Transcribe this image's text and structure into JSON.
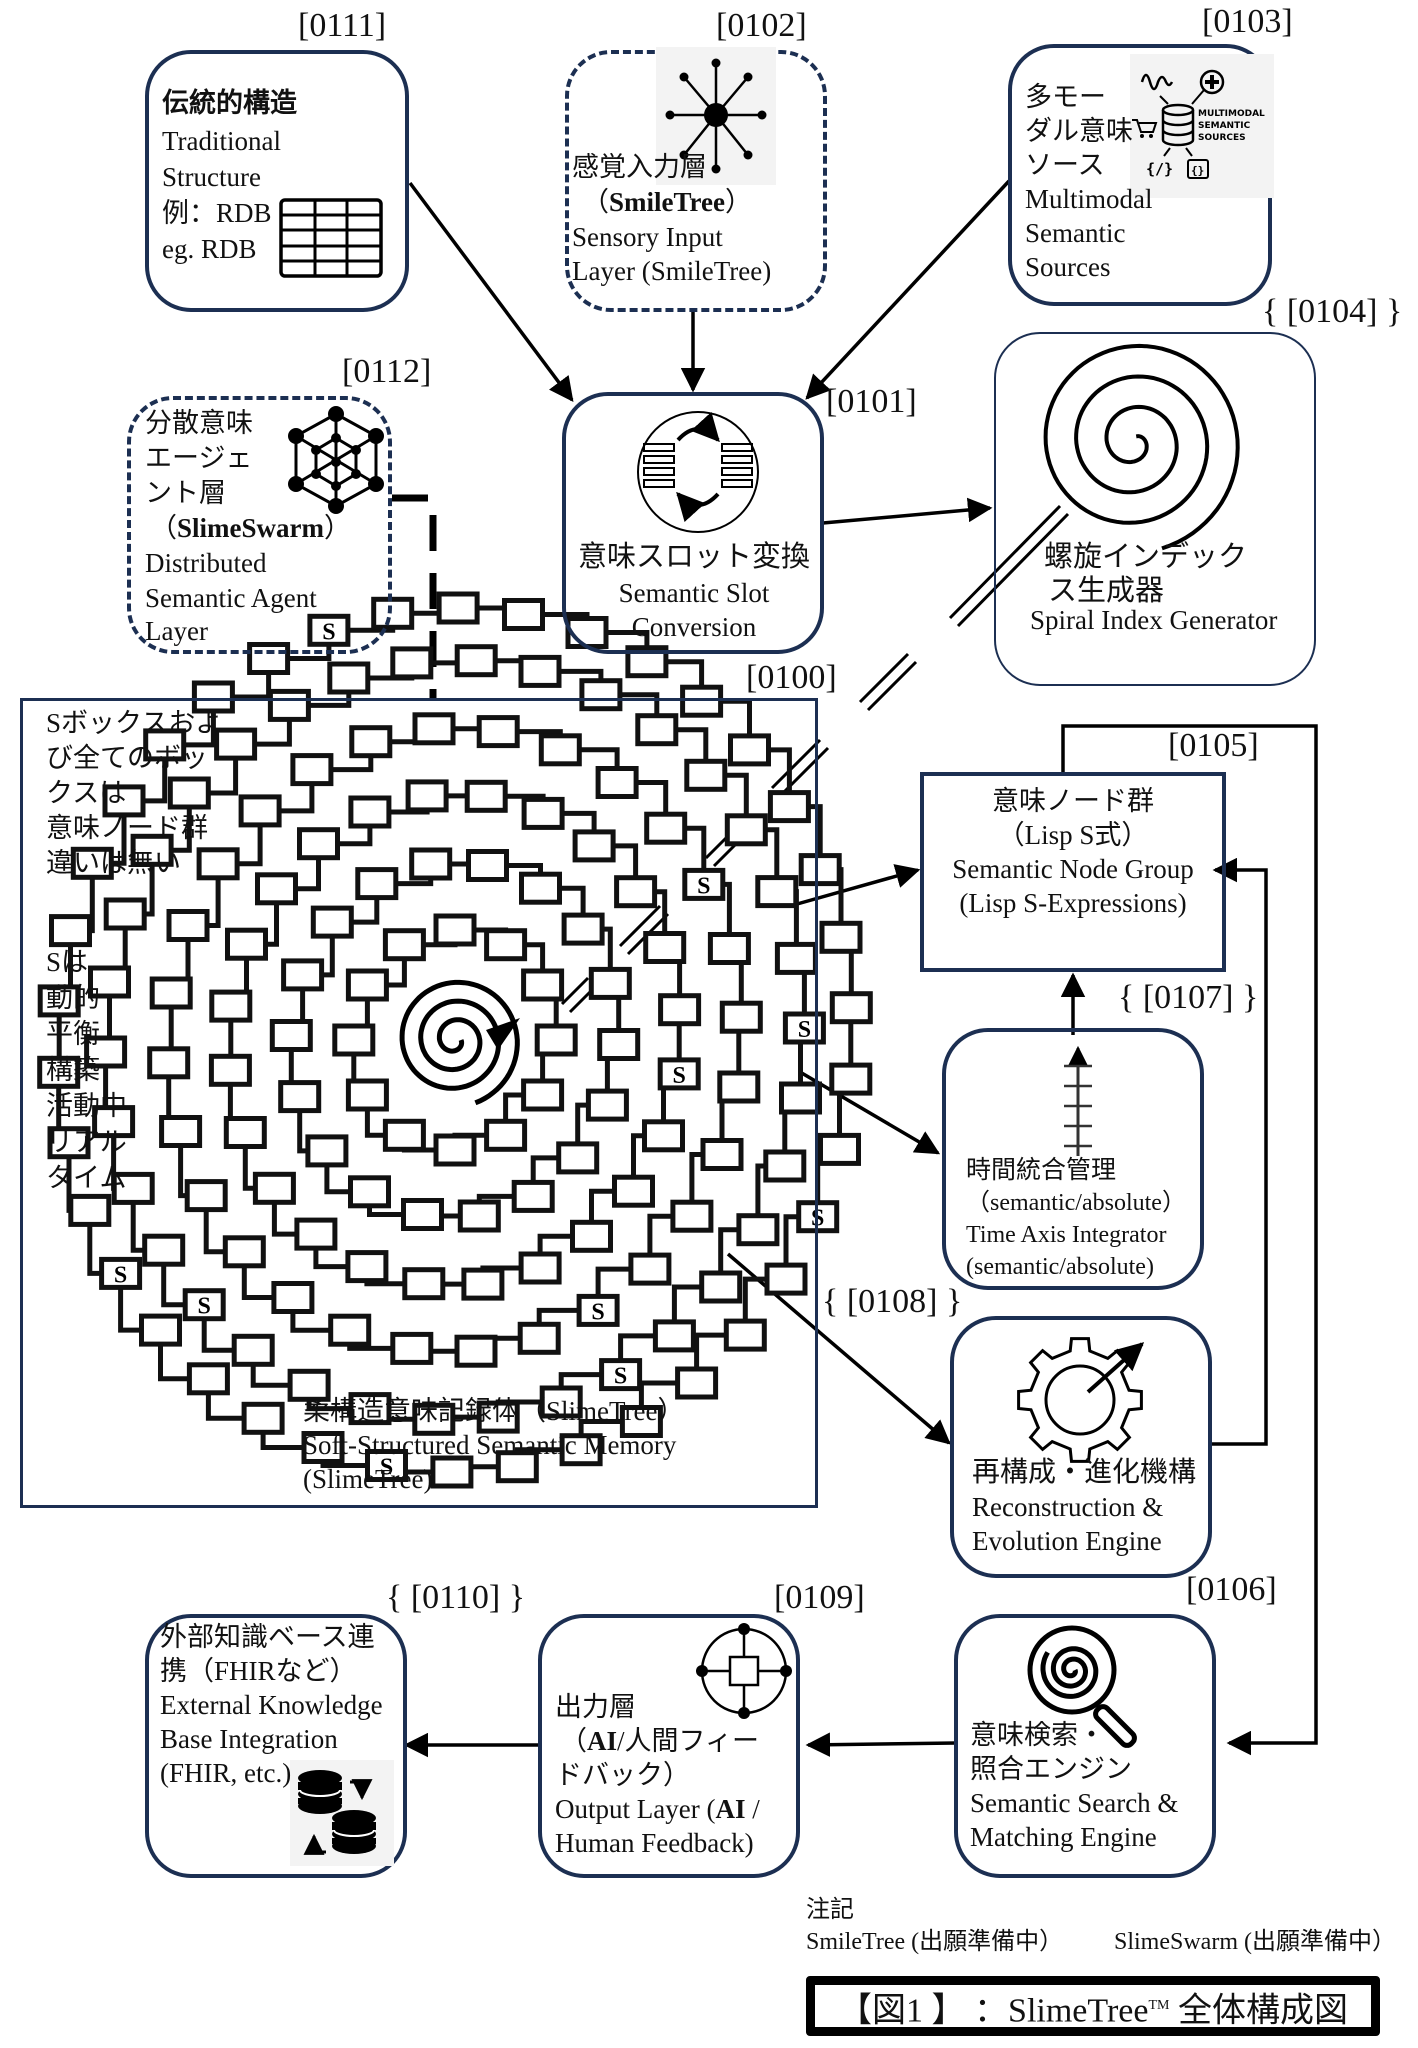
{
  "refs": {
    "traditional": "[0111]",
    "sensory": "[0102]",
    "multimodal": "[0103]",
    "spiral_index": "{ [0104] }",
    "slime_swarm": "[0112]",
    "slot_conversion": "[0101]",
    "memory": "[0100]",
    "node_group": "[0105]",
    "time_axis": "{ [0107] }",
    "reconstruction": "{ [0108] }",
    "external_kb": "{ [0110] }",
    "output_layer": "[0109]",
    "search_engine": "[0106]"
  },
  "nodes": {
    "traditional": {
      "ja": "伝統的構造",
      "en1": "Traditional",
      "en2": "Structure",
      "ex_ja": "例：RDB",
      "ex_en": "eg. RDB",
      "icon": "table-grid-icon"
    },
    "sensory": {
      "ja": "感覚入力層",
      "brand": "SmileTree",
      "en1": "Sensory Input",
      "en2": "Layer (SmileTree)",
      "icon": "radial-network-icon"
    },
    "multimodal": {
      "ja1": "多モー",
      "ja2": "ダル意味",
      "ja3": "ソース",
      "en1": "Multimodal",
      "en2": "Semantic",
      "en3": "Sources",
      "icon_caption": [
        "MULTIMODAL",
        "SEMANTIC",
        "SOURCES"
      ],
      "icon": "multimodal-database-icon"
    },
    "slime_swarm": {
      "ja1": "分散意味",
      "ja2": "エージェ",
      "ja3": "ント層",
      "brand": "SlimeSwarm",
      "en1": "Distributed",
      "en2": "Semantic Agent",
      "en3": "Layer",
      "icon": "hexagonal-network-icon"
    },
    "slot_conversion": {
      "ja": "意味スロット変換",
      "en1": "Semantic Slot",
      "en2": "Conversion",
      "icon": "slot-swap-icon"
    },
    "spiral_index": {
      "ja1": "螺旋インデック",
      "ja2": "ス生成器",
      "en": "Spiral Index Generator",
      "icon": "spiral-icon"
    },
    "memory": {
      "side_note_1": [
        "Sボックスおよ",
        "び全てのボッ",
        "クスは",
        "意味ノード群",
        "違いは無い"
      ],
      "side_note_2": [
        "Sは",
        "動的",
        "平衡",
        "構築",
        "活動中",
        "リアル",
        "タイム"
      ],
      "ja": "柔構造意味記録体（SlimeTree）",
      "en1": "Soft-Structured Semantic Memory",
      "en2": "(SlimeTree)",
      "s_label": "S"
    },
    "node_group": {
      "ja": "意味ノード群",
      "ja2": "（Lisp S式）",
      "en1": "Semantic Node Group",
      "en2": "(Lisp S-Expressions)"
    },
    "time_axis": {
      "ja": "時間統合管理",
      "ja2": "（semantic/absolute）",
      "en1": "Time Axis Integrator",
      "en2": "(semantic/absolute)",
      "icon": "timeline-axis-icon"
    },
    "reconstruction": {
      "ja": "再構成・進化機構",
      "en1": "Reconstruction &",
      "en2": "Evolution Engine",
      "icon": "gear-arrow-icon"
    },
    "external_kb": {
      "ja1": "外部知識ベース連",
      "ja2": "携（FHIRなど）",
      "en1": "External Knowledge",
      "en2": "Base Integration",
      "en3": "(FHIR, etc.)",
      "icon": "database-sync-icon"
    },
    "output_layer": {
      "ja1": "出力層",
      "ja2_bold": "AI",
      "ja2_rest": "/人間フィー",
      "ja3": "ドバック）",
      "en1_pre": "Output Layer (",
      "en1_bold": "AI",
      "en1_post": " /",
      "en2": "Human Feedback)",
      "icon": "circle-hub-icon"
    },
    "search_engine": {
      "ja1": "意味検索・",
      "ja2": "照合エンジン",
      "en1": "Semantic Search &",
      "en2": "Matching Engine",
      "icon": "spiral-magnifier-icon"
    }
  },
  "notes": {
    "heading": "注記",
    "item1": "SmileTree (出願準備中）",
    "item2": "SlimeSwarm (出願準備中）"
  },
  "caption": {
    "text": "【図1 】 ：SlimeTree",
    "tm": "TM",
    "rest": " 全体構成図"
  },
  "colors": {
    "box_border": "#1c2f52",
    "line": "#000000",
    "icon_bg": "#f3f3f3"
  }
}
